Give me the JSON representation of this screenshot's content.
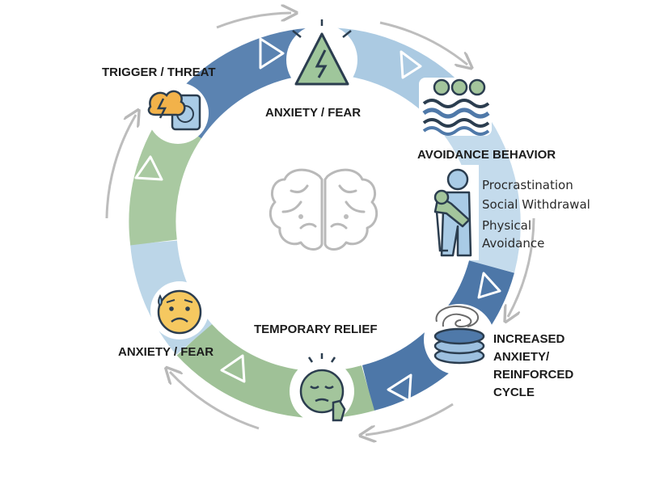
{
  "nodes": {
    "trigger": "TRIGGER / THREAT",
    "anxiety_top": "ANXIETY / FEAR",
    "avoidance": "AVOIDANCE BEHAVIOR",
    "avoidance_items": [
      "Procrastination",
      "Social Withdrawal",
      "Physical",
      "Avoidance"
    ],
    "increased": [
      "INCREASED",
      "ANXIETY/",
      "REINFORCED",
      "CYCLE"
    ],
    "relief": "TEMPORARY RELIEF",
    "anxiety_left": "ANXIETY / FEAR"
  },
  "icons": {
    "trigger": "storm-cloud-icon",
    "anxiety_top": "warning-triangle-icon",
    "avoidance": "waves-icon",
    "avoidance_person": "person-hiding-icon",
    "increased": "spiral-spring-icon",
    "relief": "relieved-face-icon",
    "anxiety_left": "worried-face-icon",
    "center": "brain-icon"
  },
  "colors": {
    "ring_blue_dark": "#5a82b0",
    "ring_blue_light": "#a9c8e0",
    "ring_green": "#a3c49c",
    "arrow_gray": "#bdbdbd"
  }
}
